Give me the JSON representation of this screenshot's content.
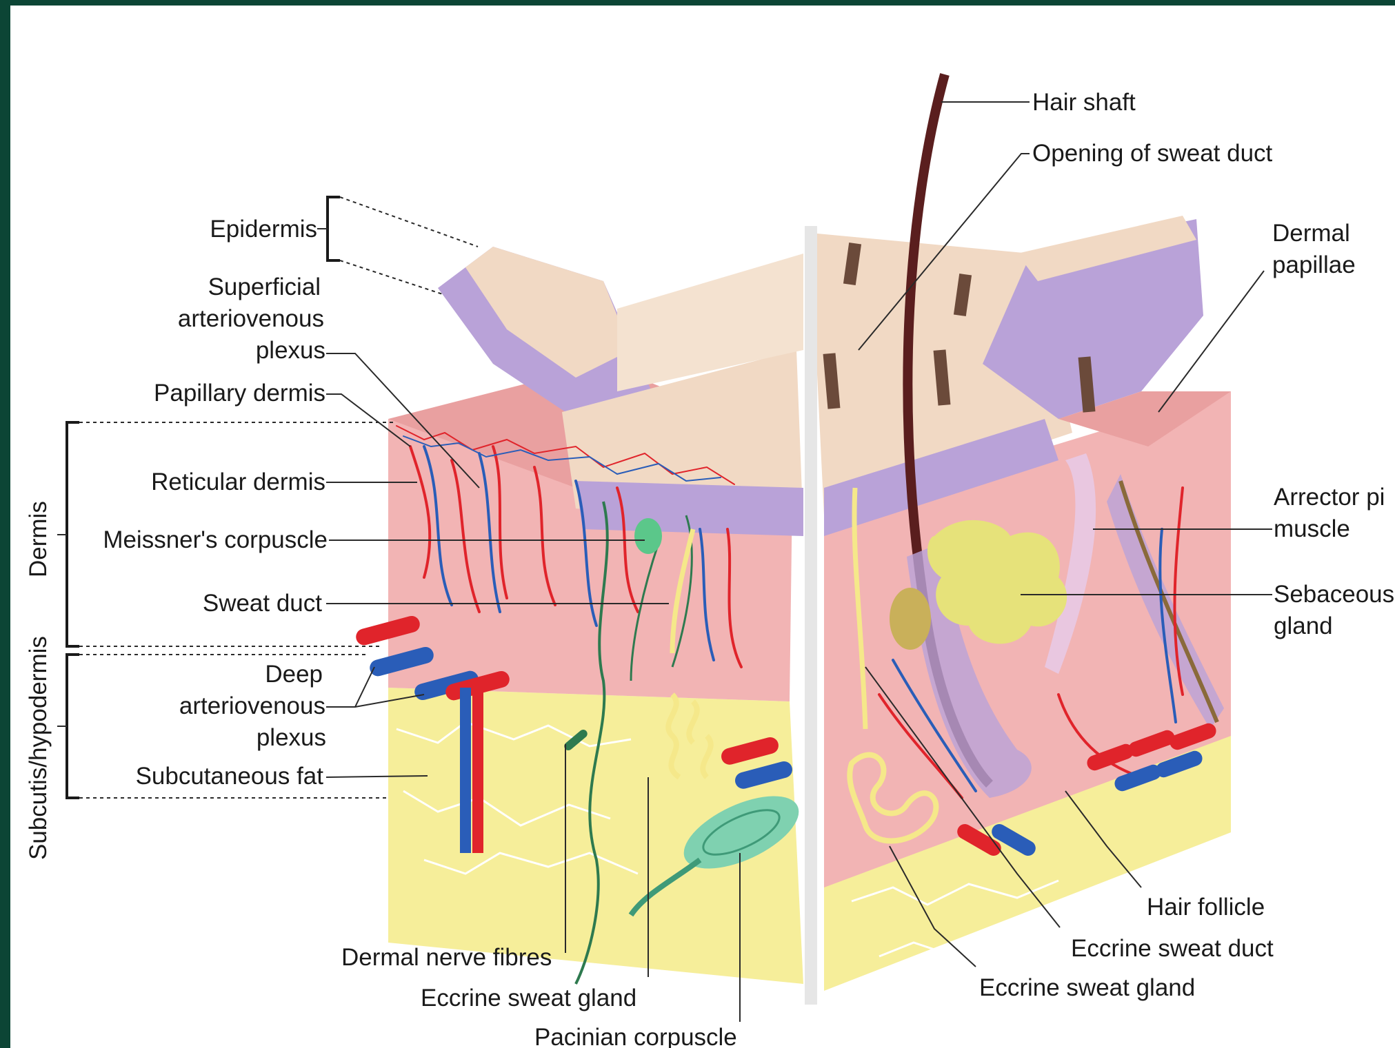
{
  "labels": {
    "epidermis": "Epidermis",
    "superficial_plexus": [
      "Superficial",
      "arteriovenous",
      "plexus"
    ],
    "papillary_dermis": "Papillary dermis",
    "reticular_dermis": "Reticular dermis",
    "meissners_corpuscle": "Meissner's corpuscle",
    "sweat_duct": "Sweat duct",
    "deep_plexus": [
      "Deep",
      "arteriovenous",
      "plexus"
    ],
    "subcutaneous_fat": "Subcutaneous fat",
    "dermis_side": "Dermis",
    "subcutis_side": "Subcutis/hypodermis",
    "dermal_nerve_fibres": "Dermal nerve fibres",
    "eccrine_sweat_gland_left": "Eccrine sweat gland",
    "pacinian_corpuscle": "Pacinian corpuscle",
    "hair_shaft": "Hair shaft",
    "opening_sweat_duct": "Opening of sweat duct",
    "dermal_papillae": [
      "Dermal",
      "papillae"
    ],
    "arrector_pili": [
      "Arrector pi",
      "muscle"
    ],
    "sebaceous_gland": [
      "Sebaceous",
      "gland"
    ],
    "hair_follicle": "Hair follicle",
    "eccrine_sweat_duct": "Eccrine sweat duct",
    "eccrine_sweat_gland_right": "Eccrine sweat gland"
  },
  "colors": {
    "frame": "#0c4535",
    "epidermis_surface": "#f1d9c4",
    "epidermis_purple": "#b9a2d8",
    "dermis": "#f2b4b4",
    "papillary": "#e9a0a0",
    "fat": "#f6ee9a",
    "artery": "#e0242b",
    "vein": "#2a5db8",
    "nerve": "#2e7a4f",
    "sweat_gland": "#f5e88a",
    "sebaceous": "#e6e27a",
    "hair": "#5a1e1e"
  }
}
